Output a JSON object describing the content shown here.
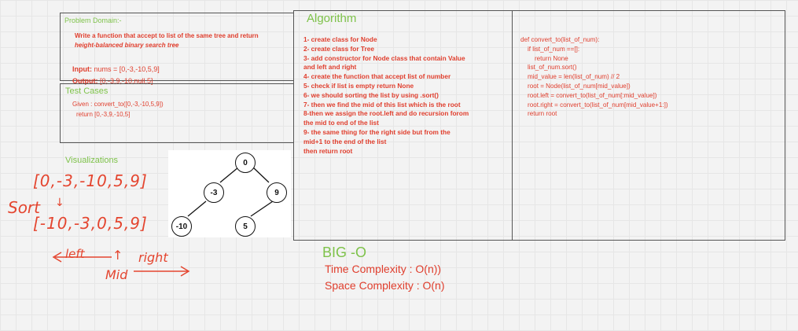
{
  "problem_domain": {
    "heading": "Problem Domain:-",
    "description_line1": "Write a function that accept to list of the same tree and return",
    "description_line2": "height-balanced binary search tree",
    "input_label": "Input:",
    "input_value": " nums = [0,-3,-10,5,9]",
    "output_label": "Output:",
    "output_value": " [0,-3,9,-10,null,5]"
  },
  "test_cases": {
    "heading": "Test Cases",
    "line1": "Given : convert_to([0,-3,-10,5,9])",
    "line2": "return [0,-3,9,-10,5]"
  },
  "visualizations": {
    "heading": "Visualizations",
    "tree_nodes": [
      "0",
      "-3",
      "9",
      "-10",
      "5"
    ],
    "handwriting": {
      "list_original": "[0,-3,-10,5,9]",
      "sort": "Sort",
      "arrow_down": "↓",
      "list_sorted": "[-10,-3,0,5,9]",
      "left": "left",
      "mid_arrow": "↑",
      "mid": "Mid",
      "right": "right"
    }
  },
  "algorithm": {
    "heading": "Algorithm",
    "steps": [
      "1- create class for Node",
      "2- create class for Tree",
      "3- add constructor for Node class that contain Value",
      "and left and right",
      "4- create the function that accept list of number",
      "5- check if list is empty return None",
      "6- we should sorting the list by using .sort()",
      "7- then we find the mid of this list which is the root",
      "8-then we assign the root.left and do recursion forom",
      "the mid to end of the list",
      "9- the same thing for the right side but from the",
      "mid+1 to the end of the list",
      "then return root"
    ]
  },
  "code": {
    "lines": [
      "def convert_to(list_of_num):",
      "    if list_of_num ==[]:",
      "        return None",
      "    list_of_num.sort()",
      "    mid_value = len(list_of_num) // 2",
      "    root = Node(list_of_num[mid_value])",
      "    root.left = convert_to(list_of_num[:mid_value])",
      "    root.right = convert_to(list_of_num[mid_value+1:])",
      "    return root"
    ]
  },
  "big_o": {
    "heading": "BIG -O",
    "time": "Time Complexity : O(n))",
    "space": "Space Complexity : O(n)"
  },
  "colors": {
    "accent_green": "#7ec24a",
    "accent_red": "#e03e2d",
    "border": "#555555"
  }
}
